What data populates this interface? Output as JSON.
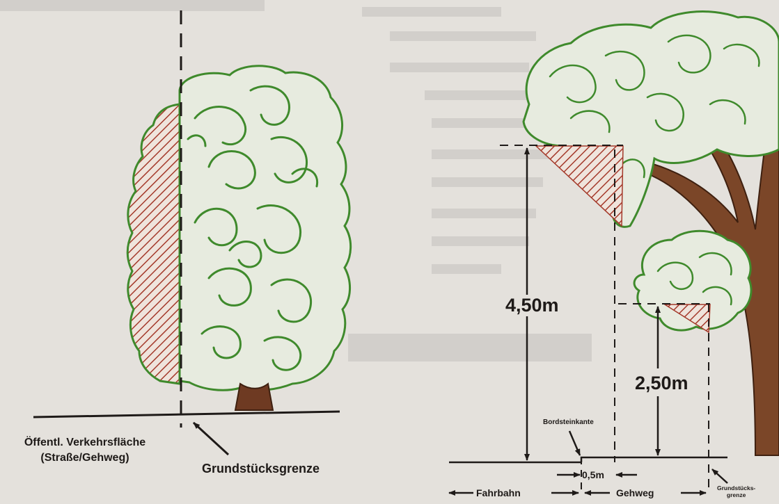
{
  "colors": {
    "paper": "#e4e1dc",
    "foliage": "#3f8a2c",
    "foliage_dark": "#2f6e22",
    "hatch": "#a4392a",
    "trunk": "#6e3a22",
    "ink": "#1e1a18"
  },
  "left_figure": {
    "public_area_label_line1": "Öffentl. Verkehrsfläche",
    "public_area_label_line2": "(Straße/Gehweg)",
    "property_line_label": "Grundstücksgrenze"
  },
  "right_figure": {
    "height_road": "4,50m",
    "height_sidewalk": "2,50m",
    "curb_label": "Bordsteinkante",
    "offset_label": "0,5m",
    "road_label": "Fahrbahn",
    "sidewalk_label": "Gehweg",
    "property_line_label_line1": "Grundstücks-",
    "property_line_label_line2": "grenze"
  },
  "icons": [
    "tree-icon",
    "hatched-clearance-zone",
    "arrow-icon"
  ]
}
